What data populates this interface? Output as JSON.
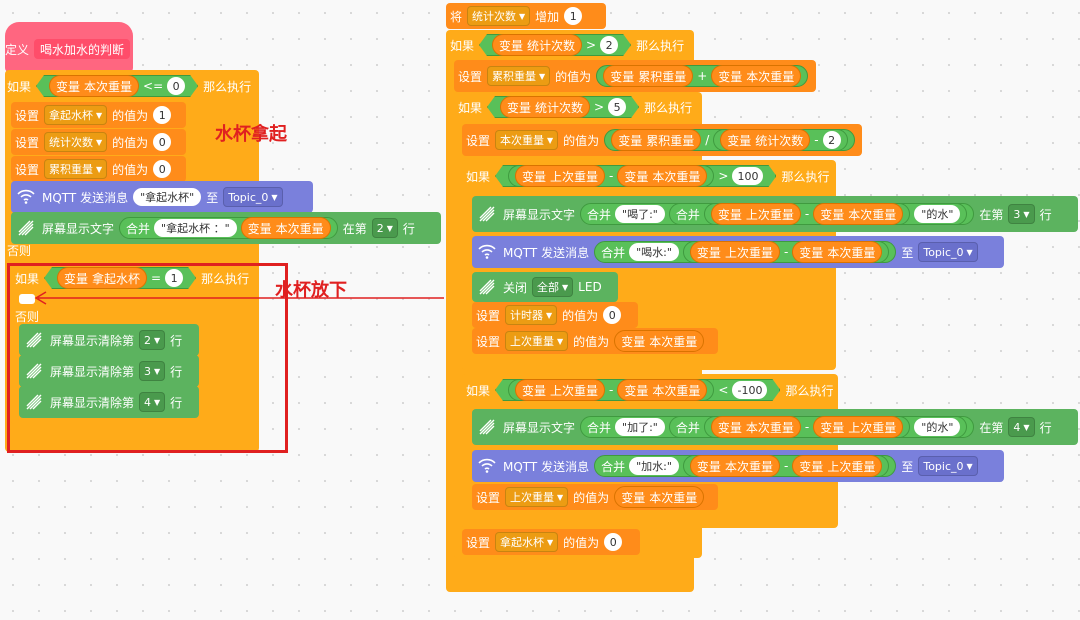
{
  "define": {
    "kw": "定义",
    "name": "喝水加水的判断"
  },
  "kw": {
    "if": "如果",
    "then": "那么执行",
    "else": "否则",
    "set": "设置",
    "value_of": "的值为",
    "var": "变量",
    "change": "将",
    "increase": "增加",
    "close": "关闭",
    "join": "合并",
    "at_row": "在第",
    "row": "行",
    "to": "至"
  },
  "labels": {
    "mqtt_send": "MQTT 发送消息",
    "screen_show": "屏幕显示文字",
    "screen_clear": "屏幕显示清除第",
    "led": "LED",
    "all": "全部",
    "mqtt_icon": "MQTT",
    "topic": "Topic_0"
  },
  "vars": {
    "bcz": "本次重量",
    "nqsb": "拿起水杯",
    "tjcs": "统计次数",
    "ljzl": "累积重量",
    "sczl": "上次重量",
    "jsq": "计时器"
  },
  "left": {
    "cond_op": "<=",
    "cond_val": "0",
    "set1_val": "1",
    "set2_val": "0",
    "set3_val": "0",
    "mqtt_msg": "\"拿起水杯\"",
    "show_str": "\"拿起水杯 ：\"",
    "show_row": "2",
    "if2_op": "=",
    "if2_val": "1",
    "clear_rows": [
      "2",
      "3",
      "4"
    ]
  },
  "right": {
    "change_val": "1",
    "gt": ">",
    "gt_val": "2",
    "plus": "+",
    "gt5_val": "5",
    "div": "/",
    "minus": "-",
    "minus_val": "2",
    "gt100": "100",
    "lt": "<",
    "lt100": "-100",
    "drank_str": "\"喝了:\"",
    "drink_str": "\"喝水:\"",
    "water_str": "\"的水\"",
    "added_str": "\"加了:\"",
    "add_str": "\"加水:\"",
    "row3": "3",
    "row4": "4",
    "timer_val": "0",
    "nqsb_val": "0"
  },
  "annotations": {
    "picked_up": "水杯拿起",
    "put_down": "水杯放下"
  },
  "colors": {
    "control": "#ffab19",
    "variable": "#ff8c1a",
    "extension": "#5cb35f",
    "mqtt": "#7a80dc",
    "define": "#ff6680",
    "annotation": "#e02020"
  }
}
